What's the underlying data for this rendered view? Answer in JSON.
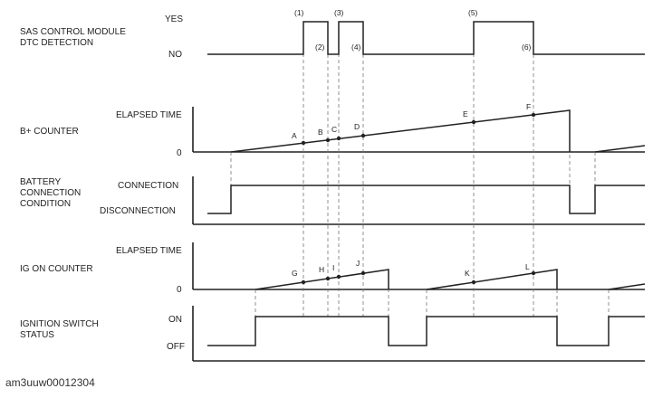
{
  "image_code": "am3uuw00012304",
  "rows": {
    "sas": {
      "label_lines": [
        "SAS CONTROL MODULE",
        "DTC DETECTION"
      ],
      "high": "YES",
      "low": "NO"
    },
    "bplus": {
      "label_lines": [
        "B+ COUNTER"
      ],
      "high": "ELAPSED TIME",
      "low": "0"
    },
    "battery": {
      "label_lines": [
        "BATTERY",
        "CONNECTION",
        "CONDITION"
      ],
      "high": "CONNECTION",
      "low": "DISCONNECTION"
    },
    "ig": {
      "label_lines": [
        "IG ON COUNTER"
      ],
      "high": "ELAPSED TIME",
      "low": "0"
    },
    "ign": {
      "label_lines": [
        "IGNITION SWITCH",
        "STATUS"
      ],
      "high": "ON",
      "low": "OFF"
    }
  },
  "event_labels": [
    "(1)",
    "(2)",
    "(3)",
    "(4)",
    "(5)",
    "(6)"
  ],
  "bplus_points": [
    "A",
    "B",
    "C",
    "D",
    "E",
    "F"
  ],
  "ig_points": [
    "G",
    "H",
    "I",
    "J",
    "K",
    "L"
  ]
}
